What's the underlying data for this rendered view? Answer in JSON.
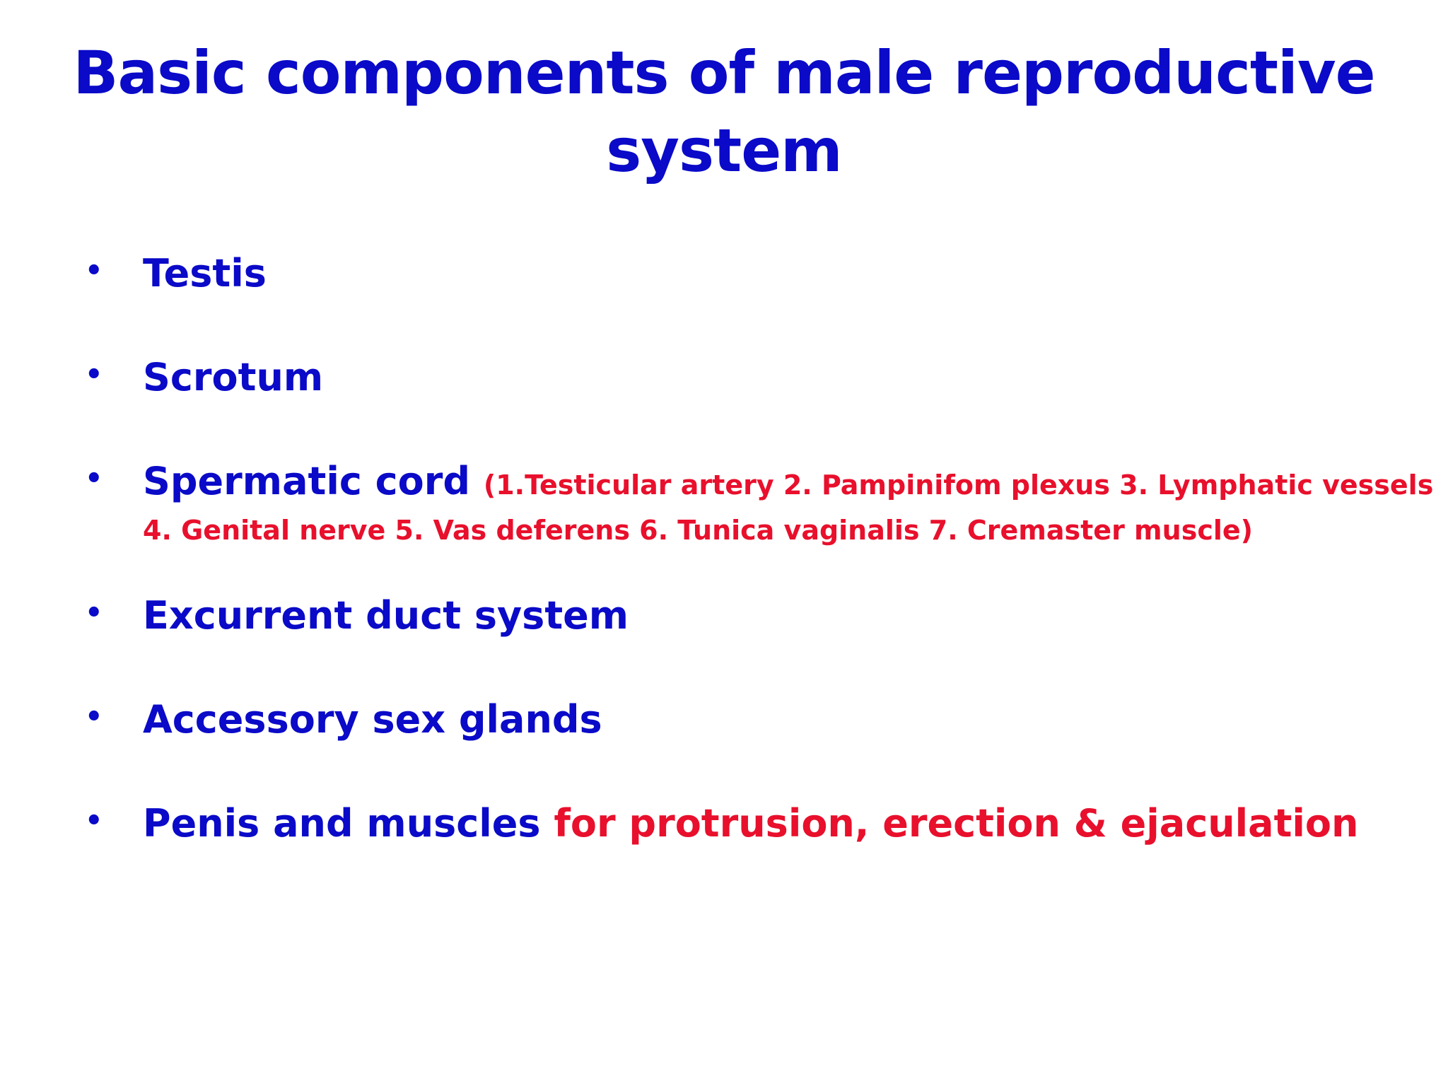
{
  "slide": {
    "title": "Basic components of male reproductive system",
    "bullet_glyph": "•",
    "items": [
      {
        "main": "Testis"
      },
      {
        "main": "Scrotum"
      },
      {
        "main": "Spermatic cord",
        "detail": "(1.Testicular artery 2. Pampinifom plexus 3. Lymphatic vessels 4. Genital nerve 5. Vas deferens 6. Tunica vaginalis 7. Cremaster muscle)"
      },
      {
        "main": "Excurrent duct system"
      },
      {
        "main": "Accessory sex glands"
      },
      {
        "main": "Penis and muscles",
        "detail": "for protrusion, erection & ejaculation"
      }
    ]
  },
  "colors": {
    "primary_text": "#0a0ac8",
    "accent_text": "#e8102c",
    "background": "#ffffff"
  }
}
